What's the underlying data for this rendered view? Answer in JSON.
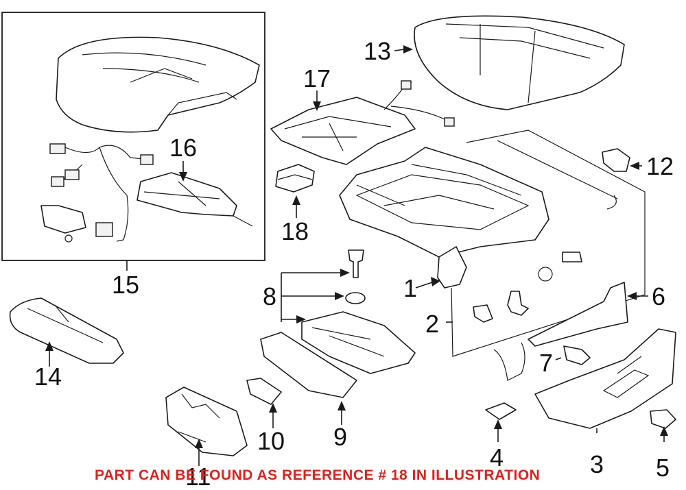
{
  "callouts": [
    "1",
    "2",
    "3",
    "4",
    "5",
    "6",
    "7",
    "8",
    "9",
    "10",
    "11",
    "12",
    "13",
    "14",
    "15",
    "16",
    "17",
    "18"
  ],
  "footnote": "PART CAN BE FOUND AS REFERENCE # 18 IN ILLUSTRATION",
  "colors": {
    "line": "#1a1a1a",
    "footnote": "#e0201b",
    "background": "#ffffff"
  }
}
